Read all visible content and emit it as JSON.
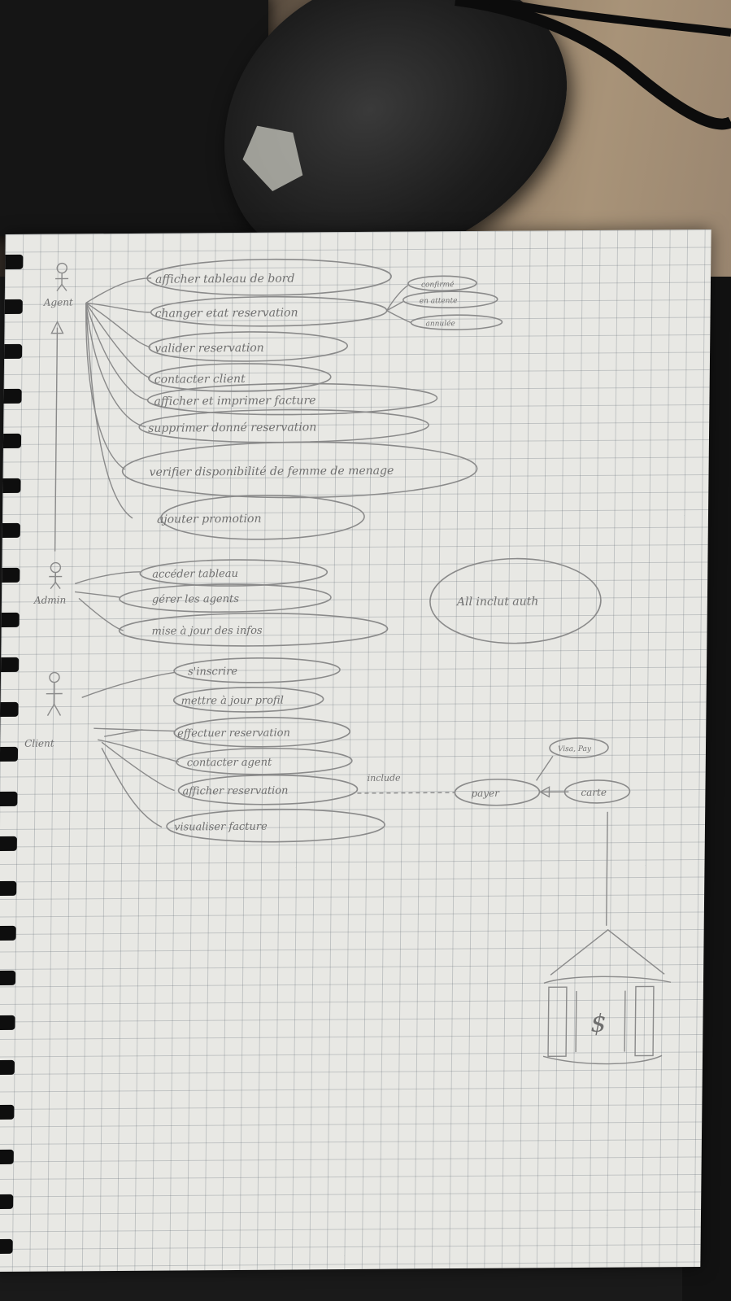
{
  "actors": {
    "agent": "Agent",
    "admin": "Admin",
    "client": "Client"
  },
  "agent_use_cases": [
    "afficher tableau de bord",
    "changer etat reservation",
    "valider reservation",
    "contacter client",
    "afficher et imprimer facture",
    "supprimer donné reservation",
    "verifier disponibilité de femme de menage",
    "ajouter promotion"
  ],
  "state_options": [
    "confirmé",
    "en attente",
    "annulée"
  ],
  "admin_use_cases": [
    "accéder tableau",
    "gérer les agents",
    "mise à jour des infos"
  ],
  "client_use_cases": [
    "s'inscrire",
    "mettre à jour profil",
    "effectuer reservation",
    "contacter agent",
    "afficher reservation",
    "visualiser facture"
  ],
  "all_note": "All inclut auth",
  "payment": {
    "include_label": "include",
    "pay_label": "payer",
    "card_label": "carte",
    "note": "Visa, Pay"
  },
  "colors": {
    "paper": "#e8e8e4",
    "pencil": "#6f6f6f",
    "grid": "#9aa4ae"
  }
}
